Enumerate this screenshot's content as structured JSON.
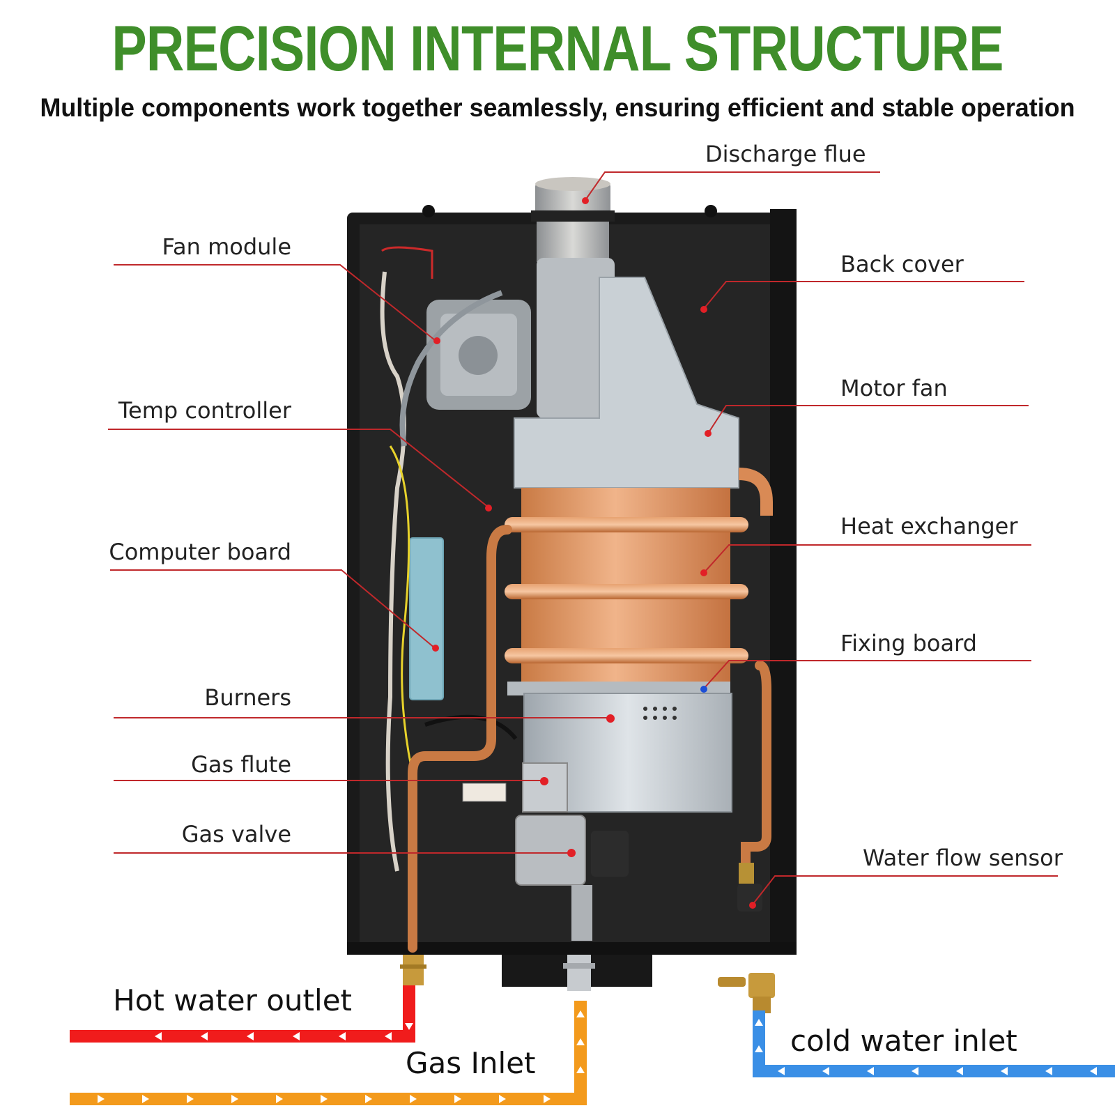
{
  "header": {
    "title": "PRECISION INTERNAL STRUCTURE",
    "subtitle": "Multiple components work together seamlessly, ensuring efficient and stable operation"
  },
  "callouts_left": {
    "fan_module": "Fan module",
    "temp_controller": "Temp controller",
    "computer_board": "Computer board",
    "burners": "Burners",
    "gas_flute": "Gas flute",
    "gas_valve": "Gas valve"
  },
  "callouts_right": {
    "discharge_flue": "Discharge flue",
    "back_cover": "Back cover",
    "motor_fan": "Motor fan",
    "heat_exchanger": "Heat exchanger",
    "fixing_board": "Fixing board",
    "water_flow_sensor": "Water flow sensor"
  },
  "connections": {
    "hot_water_outlet": "Hot water outlet",
    "gas_inlet": "Gas Inlet",
    "cold_water_inlet": "cold water inlet"
  },
  "colors": {
    "title_green": "#3f8e2a",
    "leader_red": "#c0282b",
    "hot_red": "#f01c1c",
    "gas_orange": "#f39a1c",
    "cold_blue": "#3a8fe6",
    "copper": "#d98a55"
  }
}
